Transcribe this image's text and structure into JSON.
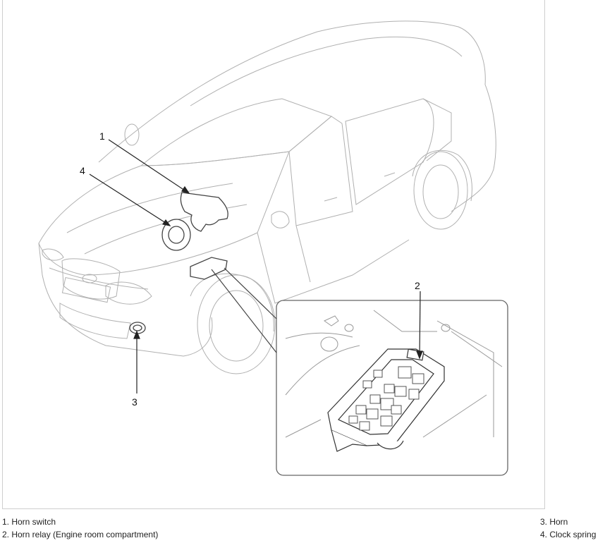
{
  "callouts": {
    "c1": "1",
    "c2": "2",
    "c3": "3",
    "c4": "4"
  },
  "legend": {
    "item1": "1. Horn switch",
    "item2": "2. Horn relay (Engine room compartment)",
    "item3": "3. Horn",
    "item4": "4. Clock spring"
  },
  "colors": {
    "outline": "#555555",
    "faint_outline": "#b0b0b0",
    "frame": "#cfcfcf"
  }
}
